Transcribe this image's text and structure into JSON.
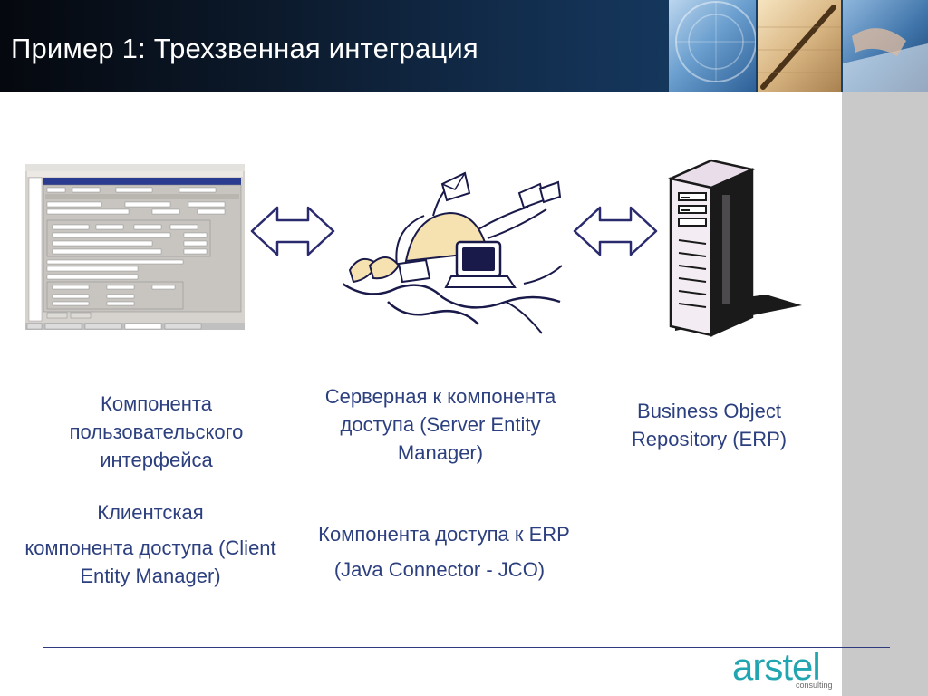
{
  "slide": {
    "title": "Пример 1: Трехзвенная интеграция"
  },
  "captions": {
    "ui_component": "Компонента пользовательского интерфейса",
    "client_entity_line1": "Клиентская",
    "client_entity_line2": "компонента доступа (Client Entity Manager)",
    "server_entity": "Серверная к компонента доступа (Server Entity Manager)",
    "erp_repository": "Business Object Repository (ERP)",
    "erp_access_line1": "Компонента доступа к ERP",
    "erp_access_line2": "(Java Connector - JCO)"
  },
  "logo": {
    "name": "arstel",
    "sub": "consulting"
  },
  "icons": {
    "left_arrow": "double-arrow-icon",
    "right_arrow": "double-arrow-icon",
    "network": "network-clipart-icon",
    "server": "server-tower-icon"
  },
  "colors": {
    "caption_text": "#2c3f7f",
    "header_dark": "#05080e",
    "header_light": "#1a4872",
    "arrow_stroke": "#2a2a6e",
    "sidebar": "#c9c9c9",
    "logo": "#21a5b0"
  }
}
